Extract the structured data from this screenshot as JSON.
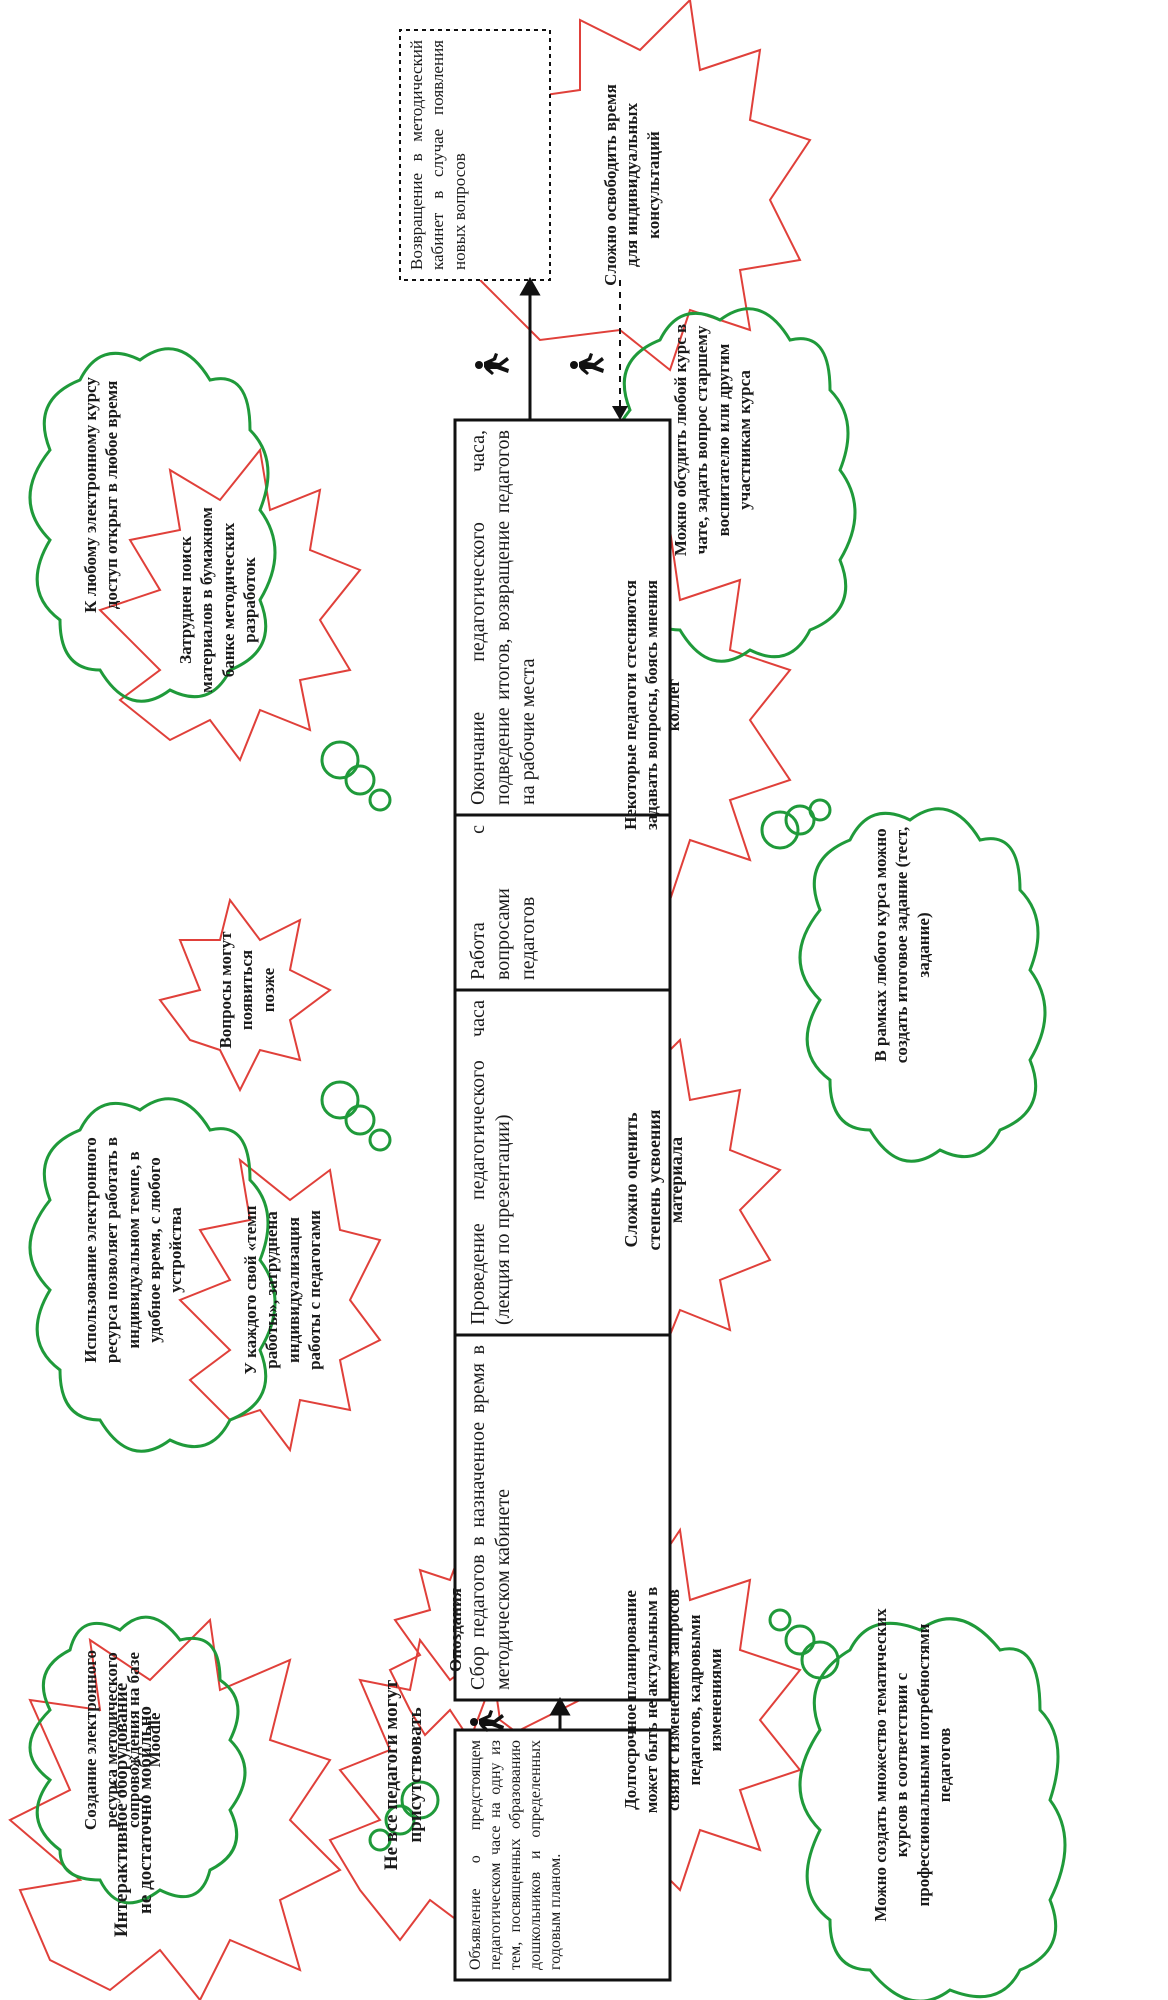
{
  "process_steps": [
    "Объявление о предстоящем педагогическом часе на одну из тем, посвященных образованию дошкольников и определенных годовым планом.",
    "Сбор педагогов в назначенное время в методическом кабинете",
    "Проведение педагогического часа (лекция по презентации)",
    "Работа с вопросами педагогов",
    "Окончание педагогического часа, подведение итогов, возвращение педагогов на рабочие места",
    "Возвращение в методический кабинет в случае появления новых вопросов"
  ],
  "problems": [
    "Интерактивное оборудование не достаточно мобильно",
    "Не все педагоги могут присутствовать",
    "Опоздания",
    "У каждого свой «темп работы», затруднена индивидуализация работы с педагогами",
    "Вопросы могут появиться позже",
    "Затруднен поиск материалов в бумажном банке методических разработок",
    "Долгосрочное планирование может быть не актуальным в связи с изменением запросов педагогов, кадровыми изменениями",
    "Сложно оценить степень усвоения материала",
    "Некоторые педагоги стесняются задавать вопросы, боясь мнения коллег",
    "Сложно освободить время для индивидуальных консультаций"
  ],
  "solutions": [
    "Создание электронного ресурса методического сопровождения на базе Moodle",
    "Использование электронного ресурса позволяет работать в индивидуальном темпе, в удобное время, с любого устройства",
    "К любому электронному курсу доступ открыт в любое время",
    "Можно создать множество тематических курсов в соответствии с профессиональными потребностями педагогов",
    "В рамках любого курса можно создать итоговое задание (тест, задание)",
    "Можно обсудить любой курс в чате, задать вопрос старшему воспитателю или другим участникам курса"
  ],
  "colors": {
    "problem_outline": "#e0403a",
    "solution_outline": "#1f9a3a",
    "box_outline": "#111111",
    "text": "#1a1a1a"
  },
  "icons": [
    "walking-person-icon"
  ]
}
